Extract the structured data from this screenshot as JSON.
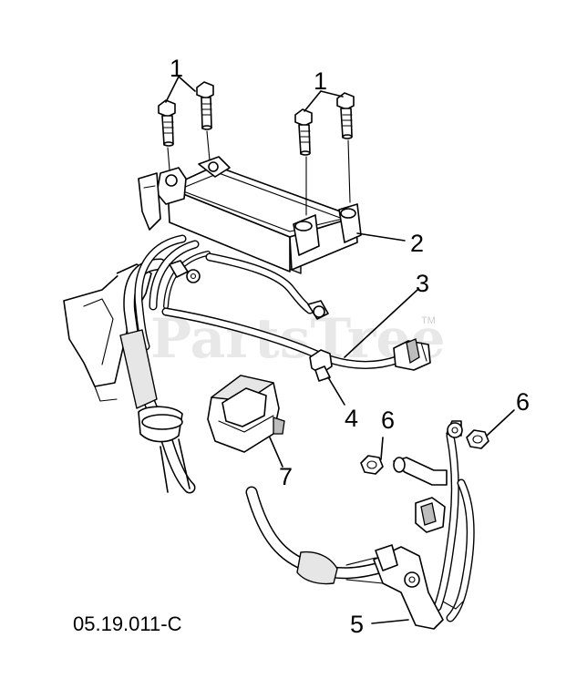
{
  "diagram": {
    "part_number": "05.19.011-C",
    "watermark": "PartsTree",
    "trademark": "TM",
    "callouts": {
      "bolts_left": "1",
      "bolts_right": "1",
      "module": "2",
      "harness_wire": "3",
      "clip": "4",
      "battery_cable": "5",
      "nut_left": "6",
      "nut_right": "6",
      "cover": "7"
    }
  }
}
